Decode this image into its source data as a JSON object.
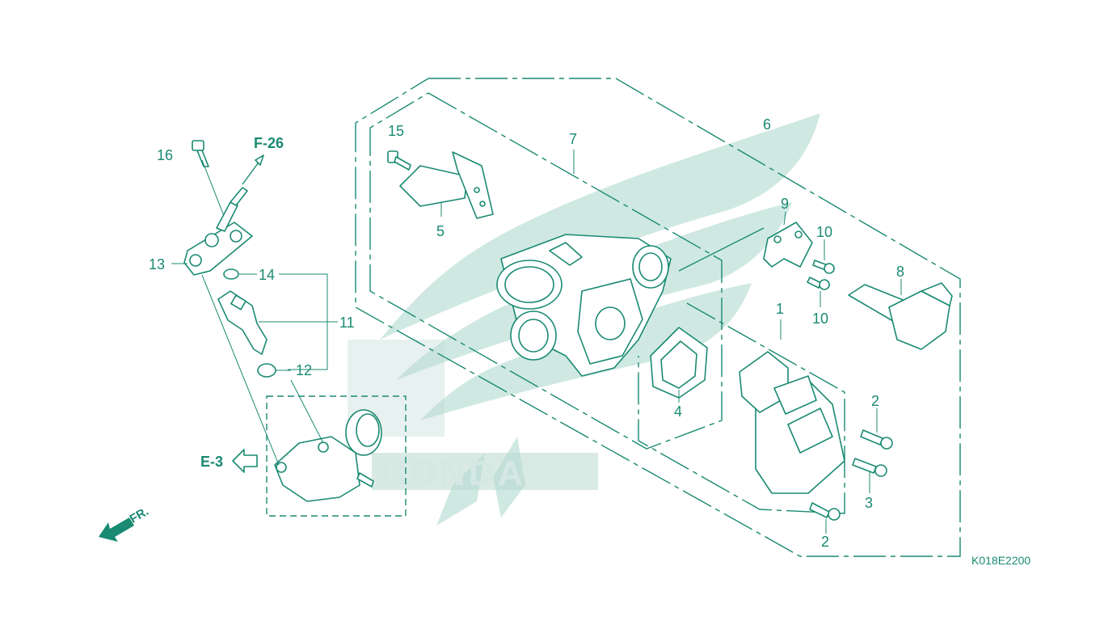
{
  "diagram": {
    "callouts": {
      "c1": "1",
      "c2a": "2",
      "c2b": "2",
      "c3": "3",
      "c4": "4",
      "c5": "5",
      "c6": "6",
      "c7": "7",
      "c8": "8",
      "c9": "9",
      "c10a": "10",
      "c10b": "10",
      "c11": "11",
      "c12": "12",
      "c13": "13",
      "c14": "14",
      "c15": "15",
      "c16": "16"
    },
    "refs": {
      "f26": "F-26",
      "e3": "E-3",
      "fr": "FR."
    },
    "image_code": "K018E2200",
    "watermark": "HONDA",
    "colors": {
      "line": "#1a8a72",
      "watermark": "#cfe9e2",
      "background": "#ffffff"
    },
    "icons": {
      "direction_front": "arrow-fr-icon",
      "reference_e3": "hollow-left-arrow-icon",
      "reference_f26": "arrow-up-right-icon"
    }
  }
}
